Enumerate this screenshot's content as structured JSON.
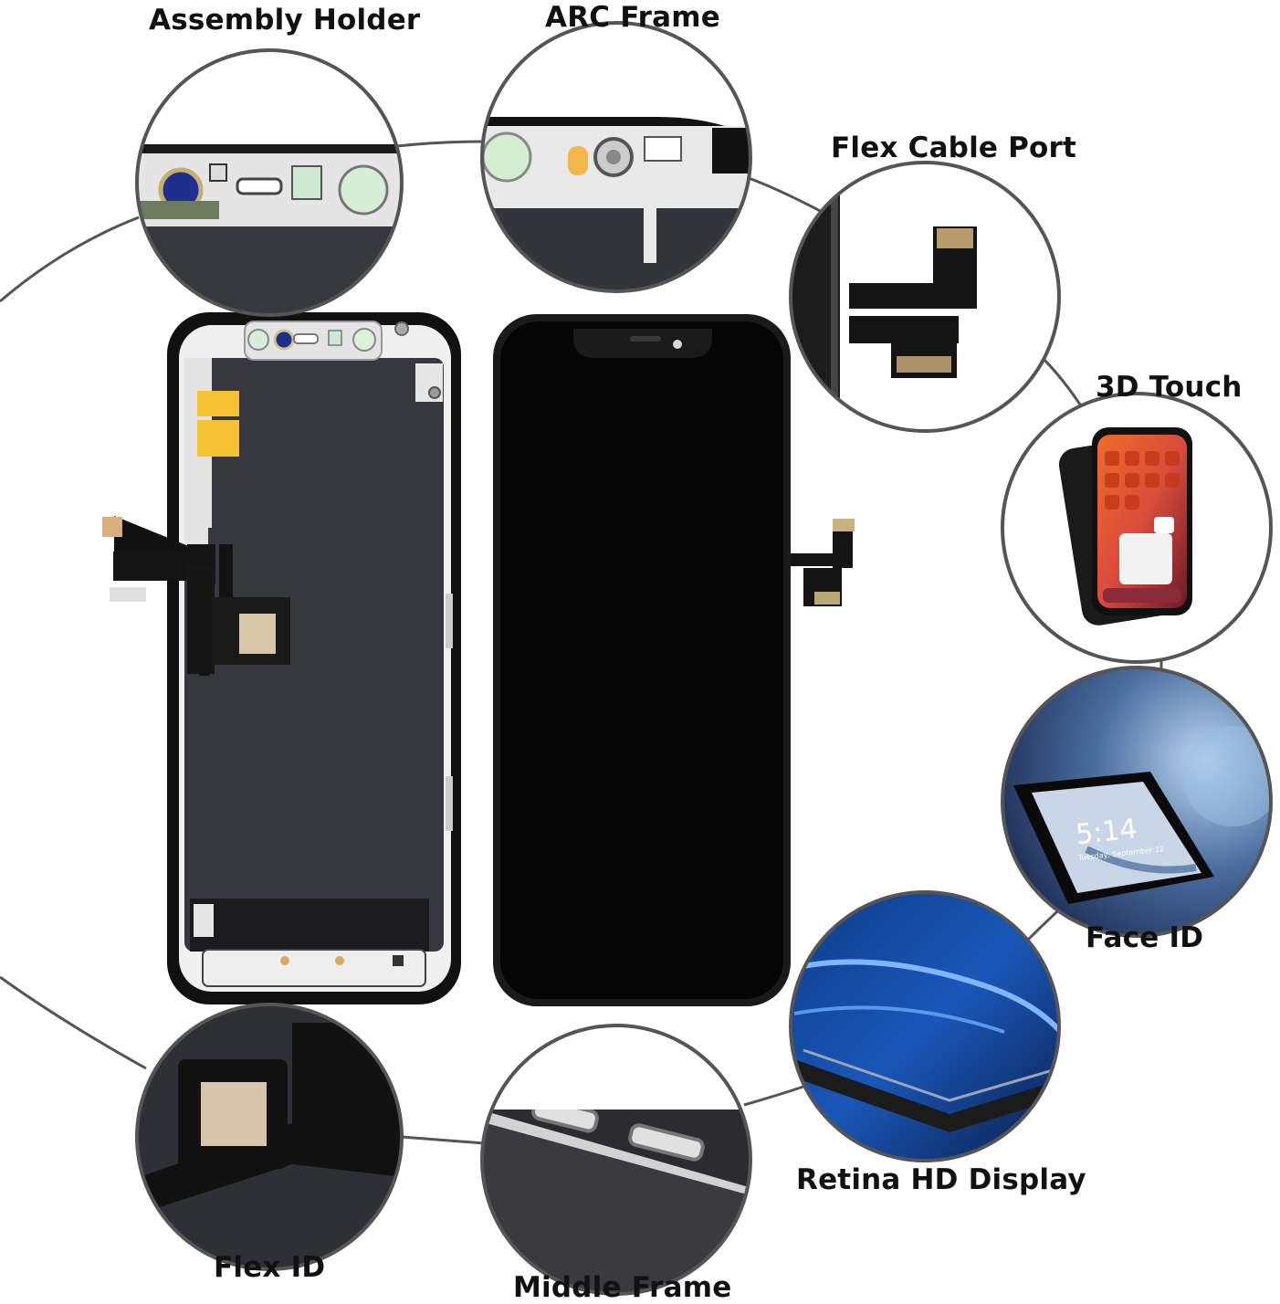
{
  "labels": {
    "assembly_holder": "Assembly Holder",
    "arc_frame": "ARC Frame",
    "flex_cable_port": "Flex Cable Port",
    "touch_3d": "3D Touch",
    "face_id": "Face ID",
    "retina_hd_display": "Retina HD Display",
    "middle_frame": "Middle Frame",
    "flex_id": "Flex ID"
  },
  "closeups": {
    "face_id_clock": "5:14",
    "face_id_date": "Tuesday, September 12"
  },
  "colors": {
    "connector_line": "#555555",
    "circle_border": "#555555",
    "panel_dark": "#2e2f35",
    "screen_black": "#050505",
    "adhesive_yellow": "#f4c233",
    "metal_frame": "#e8e8e8"
  }
}
